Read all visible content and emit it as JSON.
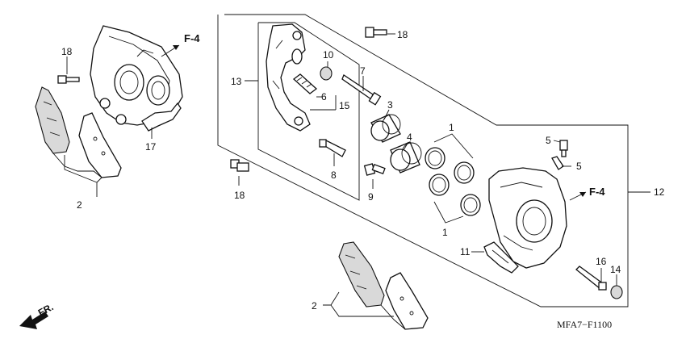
{
  "diagram": {
    "code": "MFA7−F1100",
    "direction_label": "FR.",
    "ref_labels": {
      "f4_top": "F-4",
      "f4_right": "F-4"
    },
    "callouts": [
      {
        "id": "c1a",
        "text": "1"
      },
      {
        "id": "c1b",
        "text": "1"
      },
      {
        "id": "c2a",
        "text": "2"
      },
      {
        "id": "c2b",
        "text": "2"
      },
      {
        "id": "c3",
        "text": "3"
      },
      {
        "id": "c4",
        "text": "4"
      },
      {
        "id": "c5a",
        "text": "5"
      },
      {
        "id": "c5b",
        "text": "5"
      },
      {
        "id": "c6",
        "text": "6"
      },
      {
        "id": "c7",
        "text": "7"
      },
      {
        "id": "c8",
        "text": "8"
      },
      {
        "id": "c9",
        "text": "9"
      },
      {
        "id": "c10",
        "text": "10"
      },
      {
        "id": "c11",
        "text": "11"
      },
      {
        "id": "c12",
        "text": "12"
      },
      {
        "id": "c13",
        "text": "13"
      },
      {
        "id": "c14",
        "text": "14"
      },
      {
        "id": "c15",
        "text": "15"
      },
      {
        "id": "c16",
        "text": "16"
      },
      {
        "id": "c17",
        "text": "17"
      },
      {
        "id": "c18a",
        "text": "18"
      },
      {
        "id": "c18b",
        "text": "18"
      },
      {
        "id": "c18c",
        "text": "18"
      }
    ]
  }
}
